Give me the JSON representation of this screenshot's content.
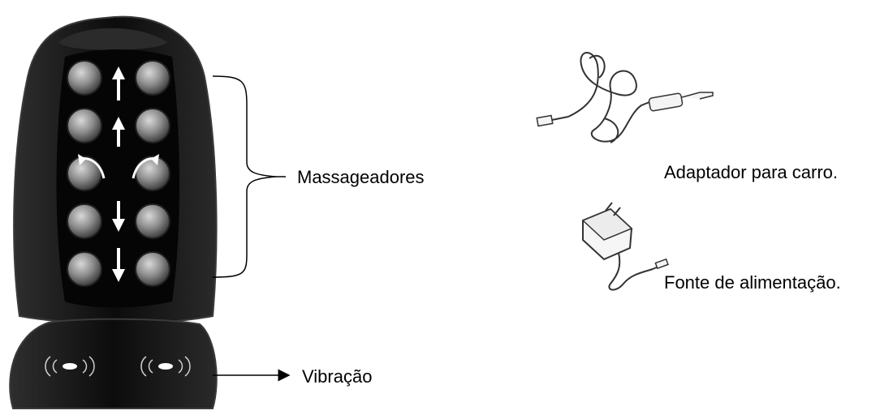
{
  "labels": {
    "massagers": "Massageadores",
    "vibration": "Vibração",
    "car_adapter": "Adaptador para carro.",
    "power_supply": "Fonte de alimentação."
  },
  "colors": {
    "device_body": "#101010",
    "device_edge": "#3a3a3a",
    "roller": "#8c8c8c",
    "arrow": "#ffffff",
    "line": "#000000"
  },
  "icons": {
    "seat": "massage-seat-icon",
    "roller": "massage-roller-icon",
    "car_adapter": "car-adapter-cable-icon",
    "power_supply": "wall-power-adapter-icon"
  }
}
